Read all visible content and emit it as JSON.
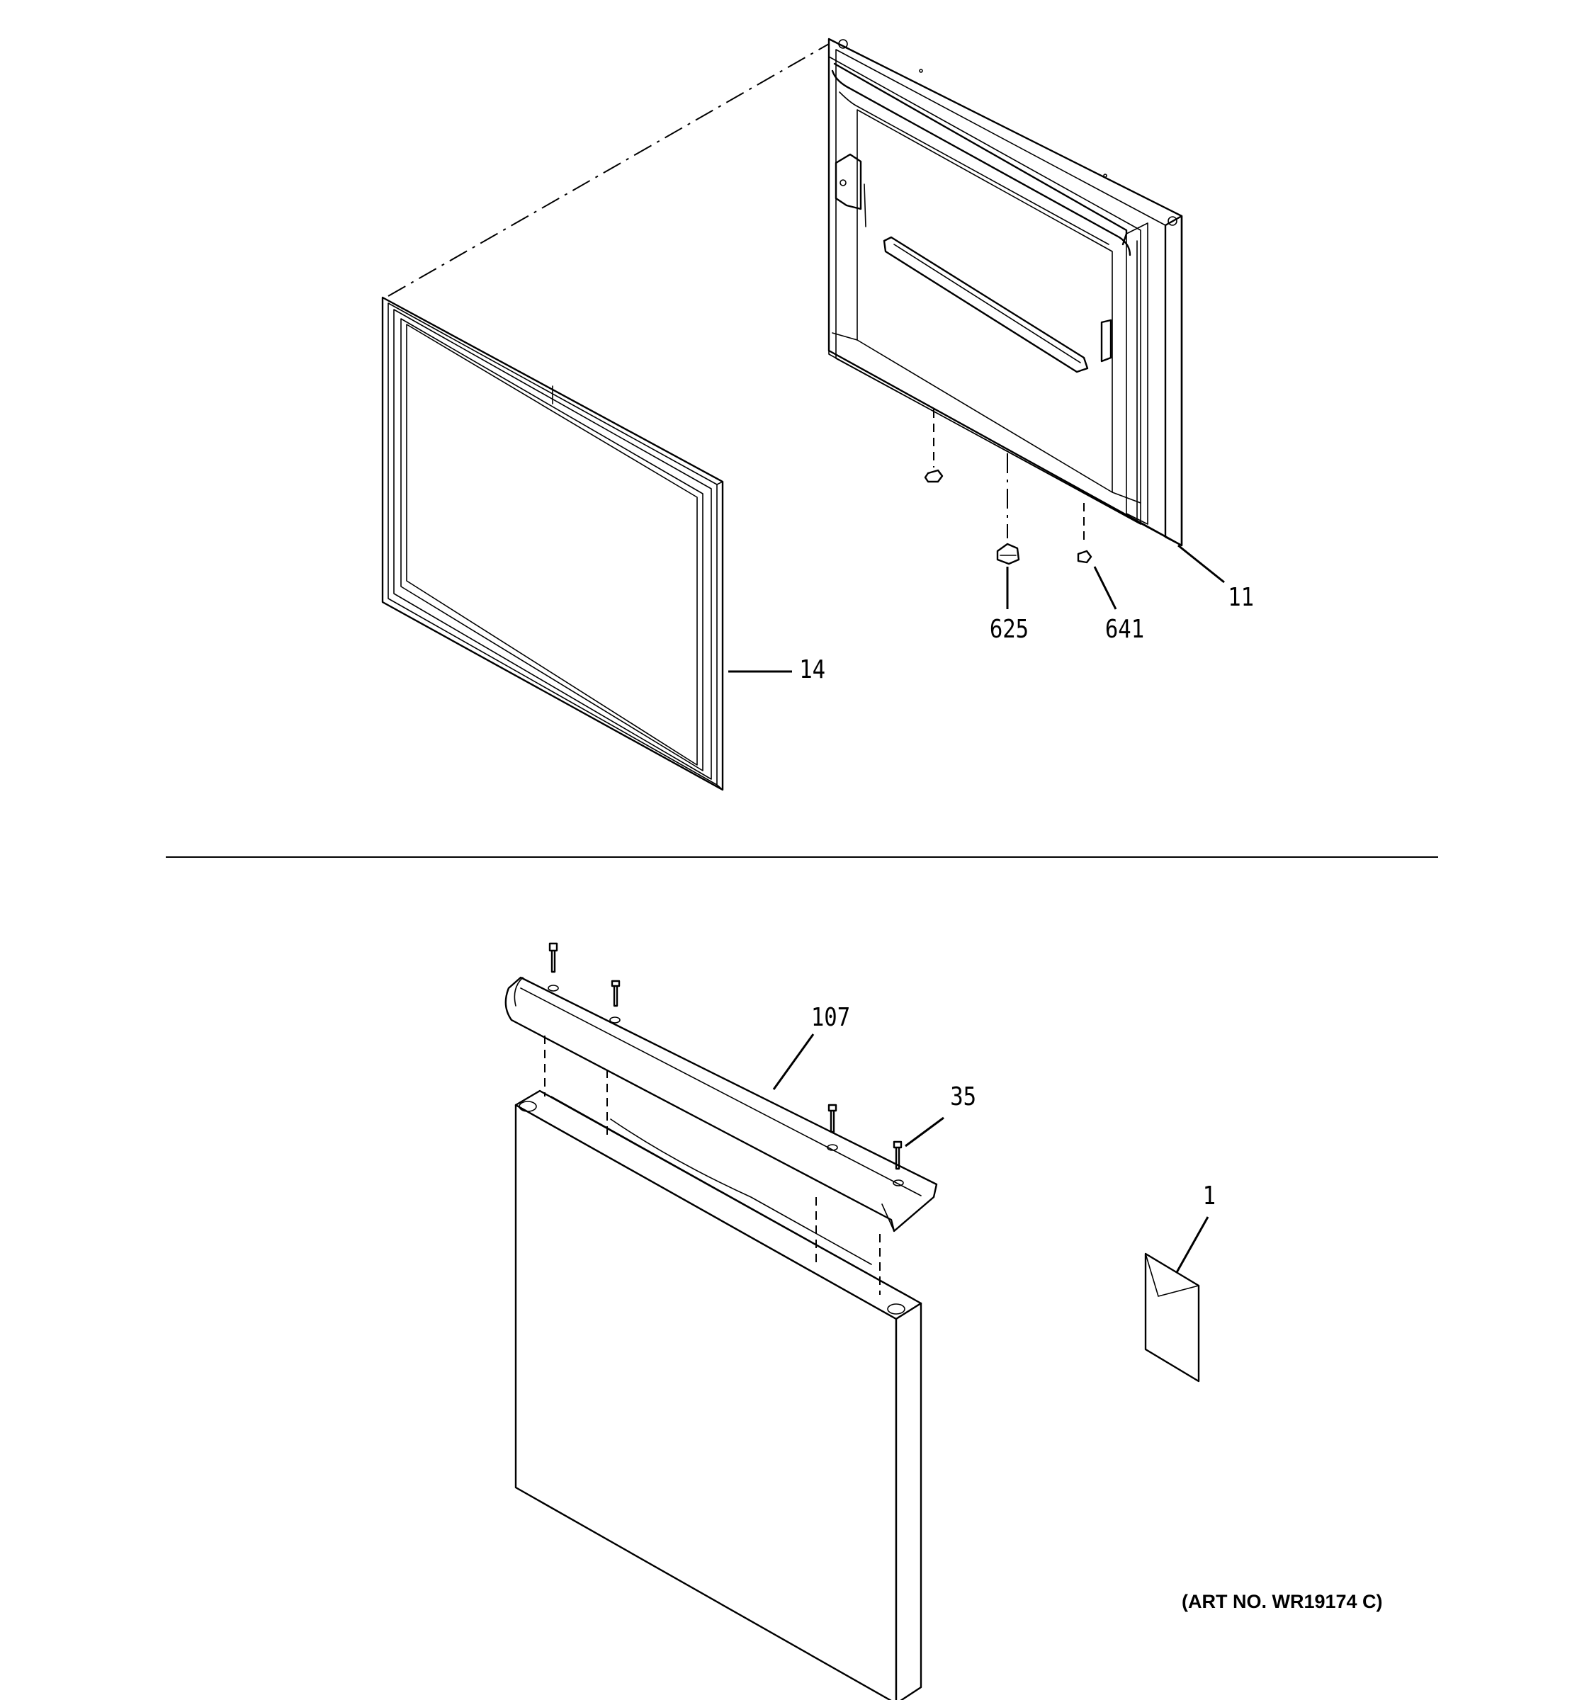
{
  "callouts": {
    "door_frame": "11",
    "gasket": "14",
    "hinge_nut": "625",
    "stop_nut": "641",
    "trim_handle": "107",
    "screw": "35",
    "literature": "1"
  },
  "art_number": "(ART NO. WR19174 C)"
}
